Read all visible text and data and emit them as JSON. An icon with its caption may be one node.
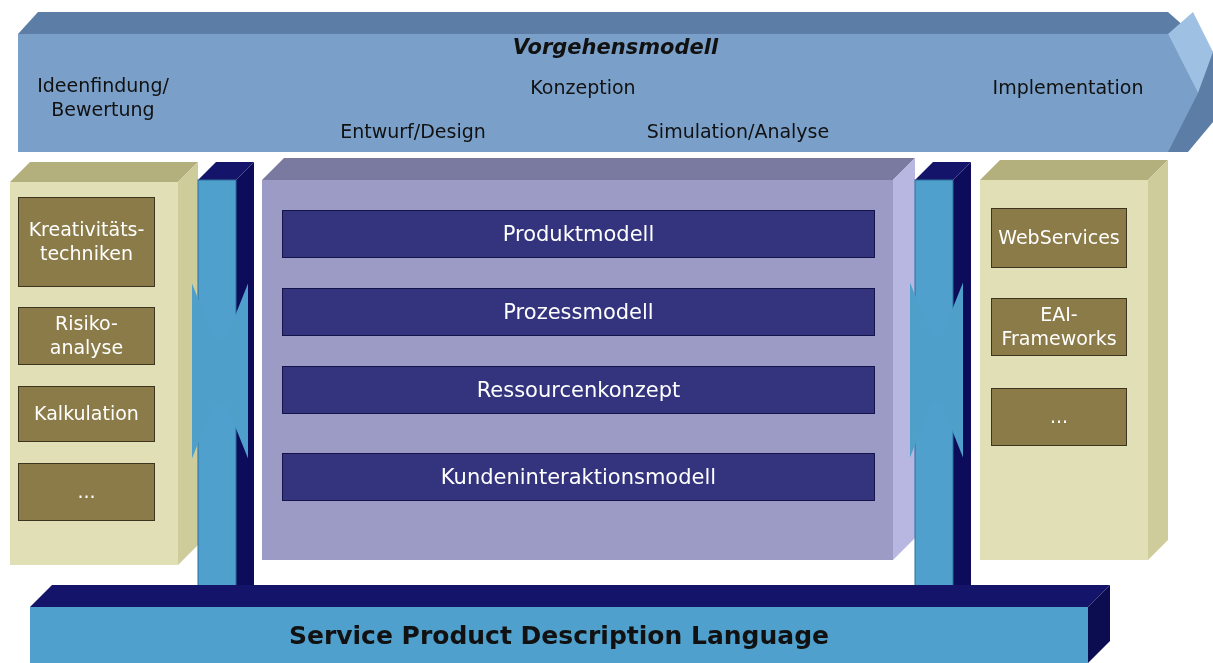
{
  "diagram": {
    "nodes": [
      {
        "text": [
          "Vorgehensmodell",
          "Ideenfindung/ Bewertung",
          "Konzeption",
          "Implementation",
          "Entwurf/Design",
          "Simulation/Analyse"
        ]
      },
      {
        "text": [],
        "shape": "box"
      },
      {
        "text": [
          "Kreativitäts- techniken"
        ],
        "in": 1
      },
      {
        "text": [
          "Risiko- analyse"
        ],
        "in": 1
      },
      {
        "text": [
          "Kalkulation"
        ],
        "in": 1
      },
      {
        "text": [
          "..."
        ],
        "in": 1
      },
      {
        "text": [],
        "shape": "box"
      },
      {
        "text": [
          "Produktmodell"
        ],
        "in": 6
      },
      {
        "text": [
          "Prozessmodell"
        ],
        "in": 6
      },
      {
        "text": [
          "Ressourcenkonzept"
        ],
        "in": 6
      },
      {
        "text": [
          "Kundeninteraktionsmodell"
        ],
        "in": 6
      },
      {
        "text": [],
        "shape": "box"
      },
      {
        "text": [
          "WebServices"
        ],
        "in": 11
      },
      {
        "text": [
          "EAI- Frameworks"
        ],
        "in": 11
      },
      {
        "text": [
          "..."
        ],
        "in": 11
      },
      {
        "text": [
          "Service Product Description Language"
        ]
      }
    ],
    "edges": [
      {
        "from": 1,
        "to": 6,
        "arrow": "both"
      },
      {
        "from": 6,
        "to": 11,
        "arrow": "both"
      }
    ]
  }
}
